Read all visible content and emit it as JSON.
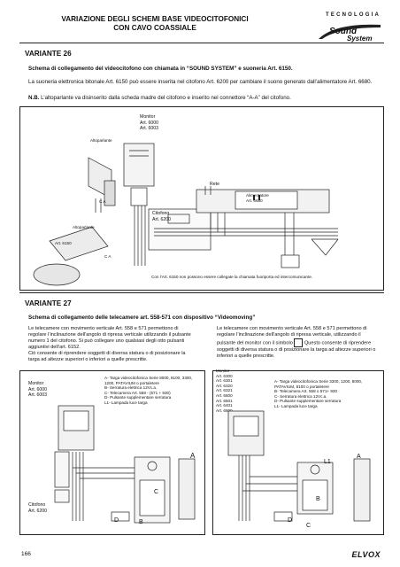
{
  "header": {
    "title_line1": "VARIAZIONE DEGLI SCHEMI BASE VIDEOCITOFONICI",
    "title_line2": "CON CAVO COASSIALE",
    "section_label": "TECNOLOGIA",
    "logo_text": "Sound System"
  },
  "variant26": {
    "title": "VARIANTE 26",
    "subtitle": "Schema di collegamento del videocitofono con chiamata in “SOUND SYSTEM” e suoneria Art. 6150.",
    "para1": "La suoneria elettronica bitonale Art. 6150 può essere inserita nel citofono Art. 6200 per cambiare il suono generato dall’alimentatore Art. 6680.",
    "para2_bold": "N.B.",
    "para2": " L’altoparlante va disinserito dalla scheda madre del citofono e inserito nel connettore “A-A” del citofono.",
    "labels": {
      "monitor": "Monitor",
      "monitor_art1": "Art. 6000",
      "monitor_art2": "Art. 6003",
      "altoparlante1": "Altoparlante",
      "altoparlante2": "Altoparlante",
      "rete": "Rete",
      "alimentatore": "Alimentatore",
      "alimentatore_art": "Art. 6680",
      "citofono": "Citofono",
      "citofono_art": "Art. 6200",
      "board_label": "Art. 6150",
      "conn_ca": "C  A",
      "conn_ca2": "C  A",
      "note": "Con l’Art. 6150 non possono essere collegate la chiamata fuoriporta ed intercomunicante."
    }
  },
  "variant27": {
    "title": "VARIANTE 27",
    "subtitle": "Schema di collegamento delle telecamere art. 558-571 con dispositivo “Videomoving”",
    "left_text": "Le telecamere con movimento verticale Art. 558 e 571 permettono di regolare l’inclinazione dell’angolo di ripresa verticale utilizzando il pulsante numero 1 del citofono. Si può collegare uno qualsiasi degli otto pulsanti aggiuntivi dell’art. 6152.\nCiò consente di riprendere soggetti di diversa statura o di posizionare la targa ad altezze superiori o inferiori a quelle prescritte.",
    "right_text_1": "Le telecamere con movimento verticale Art. 558 e 571 permettono di regolare l’inclinazione dell’angolo di ripresa verticale, utilizzando il pulsante del monitor con il simbolo",
    "right_text_2": "Questo consente di riprendere soggetti di diversa statura o di posizionare la targa ad altezze superiori o inferiori a quelle prescritte.",
    "left_diagram": {
      "monitor": "Monitor",
      "monitor_art1": "Art. 6000",
      "monitor_art2": "Art. 6003",
      "citofono": "Citofono",
      "citofono_art": "Art. 6200",
      "legend": [
        "A-  Targa videocitofonica Serie 8000, 8100, 3300, 1200, PATAVIUM o portaletere",
        "B-  Serratura elettrica 12Vc.a.",
        "C-  Telecamera Art. 558 - (571 + 930)",
        "D-  Pulsante supplementare serratura",
        "L1- Lampada luce targa"
      ],
      "mark_a": "A",
      "mark_b": "B",
      "mark_c": "C",
      "mark_d": "D"
    },
    "right_diagram": {
      "monitor": "Monitor",
      "monitor_arts": [
        "Art. 6300",
        "Art. 6301",
        "Art. 6320",
        "Art. 6321",
        "Art. 6500",
        "Art. 6501",
        "Art. 6401",
        "Art. 6800"
      ],
      "legend": [
        "A-  Targa videocitofonica Serie 3300, 1200, 8000, PATAVIUM, 8100 o portaletere",
        "B-  Telecamera Art. 558 o 571+ 930",
        "C-  Serratura elettrica 12Vc.a.",
        "D-  Pulsante supplementare serratura",
        "L1- Lampada luce targa"
      ],
      "mark_a": "A",
      "mark_b": "B",
      "mark_c": "C",
      "mark_d": "D",
      "mark_l1": "L1"
    }
  },
  "footer": {
    "page_number": "166",
    "brand": "ELVOX"
  }
}
